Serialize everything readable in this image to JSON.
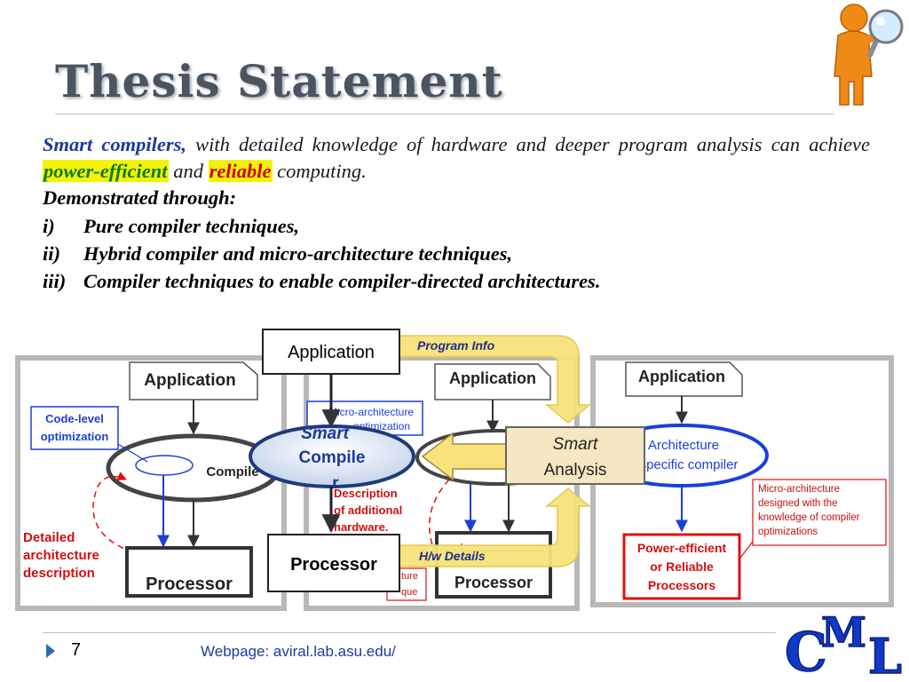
{
  "title": "Thesis Statement",
  "thesis": {
    "kw_smart": "Smart compilers,",
    "text1": " with detailed knowledge of hardware and deeper program analysis can achieve ",
    "kw_power": "power-efficient",
    "text2": " and ",
    "kw_reliable": "reliable",
    "text3": " computing.",
    "demonstrated": "Demonstrated through:",
    "items": [
      {
        "num": "i)",
        "text": "Pure compiler techniques,"
      },
      {
        "num": "ii)",
        "text": "Hybrid compiler and micro-architecture techniques,"
      },
      {
        "num": "iii)",
        "text": "Compiler techniques to enable compiler-directed architectures."
      }
    ]
  },
  "diagram": {
    "center_app": "Application",
    "program_info": "Program Info",
    "smart_compiler_l1": "Smart",
    "smart_compiler_l2": "Compile",
    "smart_compiler_l3": "r",
    "smart_analysis_l1": "Smart",
    "smart_analysis_l2": "Analysis",
    "center_processor": "Processor",
    "hw_details": "H/w Details",
    "panel1": {
      "app": "Application",
      "code_level_l1": "Code-level",
      "code_level_l2": "optimization",
      "compiler": "Compile",
      "detailed_l1": "Detailed",
      "detailed_l2": "architecture",
      "detailed_l3": "description",
      "processor": "Processor"
    },
    "panel2": {
      "app": "Application",
      "micro_l1": "Micro-architecture",
      "micro_l2": "optimization",
      "desc_l1": "Description",
      "desc_l2": "of additional",
      "desc_l3": "hardware.",
      "box_l1": "ture",
      "box_l2": "que",
      "processor": "Processor"
    },
    "panel3": {
      "app": "Application",
      "arch_l1": "Architecture",
      "arch_l2": "specific compiler",
      "micro_l1": "Micro-architecture",
      "micro_l2": "designed with the",
      "micro_l3": "knowledge of compiler",
      "micro_l4": "optimizations",
      "power_l1": "Power-efficient",
      "power_l2": "or Reliable",
      "power_l3": "Processors"
    }
  },
  "footer": {
    "slide_number": "7",
    "webpage": "Webpage: aviral.lab.asu.edu/"
  },
  "logo": {
    "c": "C",
    "m": "M",
    "l": "L"
  },
  "colors": {
    "title": "#4a5560",
    "accent_blue": "#1b3a9b",
    "green_keyword": "#0a7a0a",
    "red_keyword": "#d00000",
    "highlight": "#f3f30a",
    "arrow_yellow": "#f7e37a",
    "logo_blue": "#1238c7"
  }
}
